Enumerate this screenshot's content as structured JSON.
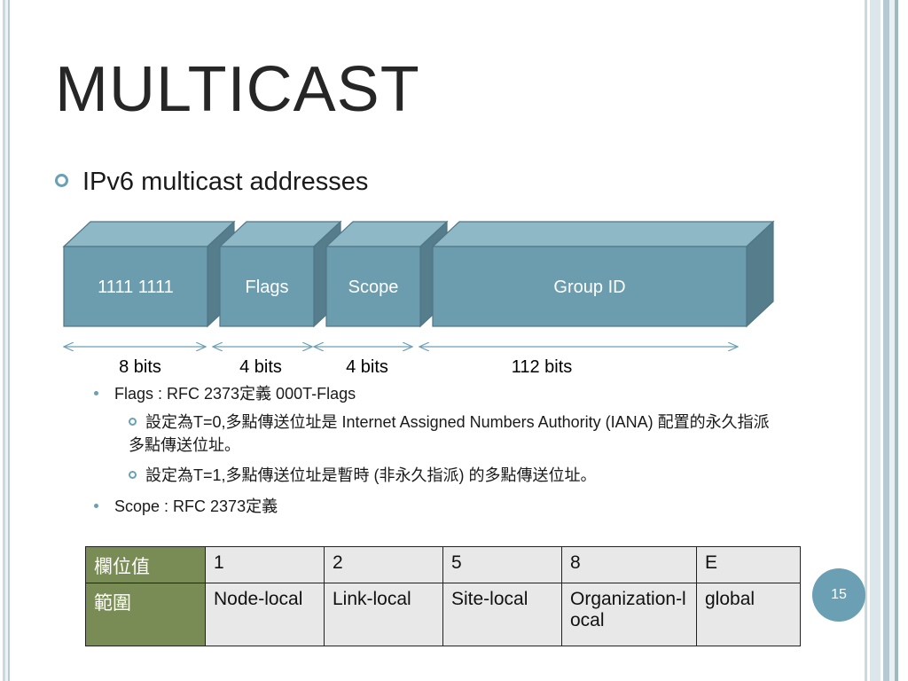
{
  "slide": {
    "title": "MULTICAST",
    "bullet": "IPv6 multicast addresses",
    "segments": [
      {
        "label": "1111 1111",
        "bits": "8 bits"
      },
      {
        "label": "Flags",
        "bits": "4 bits"
      },
      {
        "label": "Scope",
        "bits": "4 bits"
      },
      {
        "label": "Group ID",
        "bits": "112 bits"
      }
    ],
    "flags_line": "Flags : RFC 2373定義 000T-Flags",
    "flags_sub1": "設定為T=0,多點傳送位址是 Internet Assigned Numbers Authority (IANA) 配置的永久指派 多點傳送位址。",
    "flags_sub2": "設定為T=1,多點傳送位址是暫時 (非永久指派) 的多點傳送位址。",
    "scope_line": "Scope : RFC 2373定義",
    "table": {
      "header_col": [
        "欄位值",
        "範圍"
      ],
      "values": [
        "1",
        "2",
        "5",
        "8",
        "E"
      ],
      "ranges": [
        "Node-local",
        "Link-local",
        "Site-local",
        "Organization-local",
        "global"
      ]
    },
    "page_number": "15",
    "colors": {
      "accent": "#6b9fb3",
      "box_front": "#6b9dae",
      "box_top": "#8fb8c7",
      "box_side": "#557d8c",
      "table_header": "#7a8c55"
    }
  }
}
